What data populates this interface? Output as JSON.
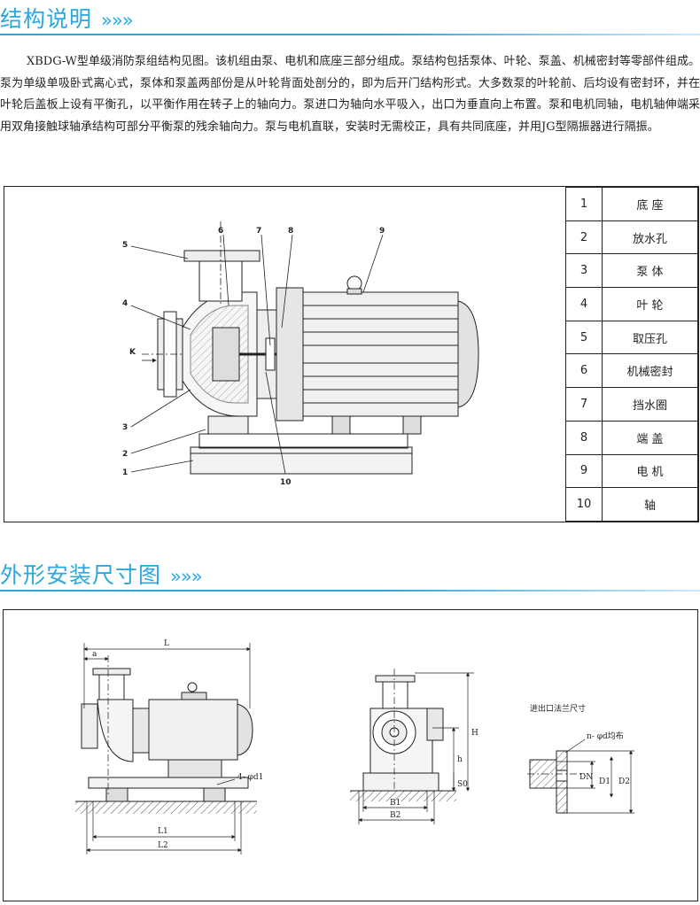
{
  "section1": {
    "title": "结构说明",
    "arrows": "»»»",
    "paragraph": "XBDG-W型单级消防泵组结构见图。该机组由泵、电机和底座三部分组成。泵结构包括泵体、叶轮、泵盖、机械密封等零部件组成。泵为单级单吸卧式离心式，泵体和泵盖两部份是从叶轮背面处剖分的，即为后开门结构形式。大多数泵的叶轮前、后均设有密封环，并在叶轮后盖板上设有平衡孔，以平衡作用在转子上的轴向力。泵进口为轴向水平吸入，出口为垂直向上布置。泵和电机同轴，电机轴伸端采用双角接触球轴承结构可部分平衡泵的残余轴向力。泵与电机直联，安装时无需校正，具有共同底座，并用JG型隔振器进行隔振。"
  },
  "parts_table": [
    {
      "no": "1",
      "name": "底 座"
    },
    {
      "no": "2",
      "name": "放水孔"
    },
    {
      "no": "3",
      "name": "泵 体"
    },
    {
      "no": "4",
      "name": "叶 轮"
    },
    {
      "no": "5",
      "name": "取压孔"
    },
    {
      "no": "6",
      "name": "机械密封"
    },
    {
      "no": "7",
      "name": "挡水圈"
    },
    {
      "no": "8",
      "name": "端 盖"
    },
    {
      "no": "9",
      "name": "电 机"
    },
    {
      "no": "10",
      "name": "轴"
    }
  ],
  "structure_drawing": {
    "callouts": [
      "1",
      "2",
      "3",
      "4",
      "5",
      "6",
      "7",
      "8",
      "9",
      "10"
    ],
    "inlet_label": "K"
  },
  "section2": {
    "title": "外形安装尺寸图",
    "arrows": "»»»"
  },
  "dimension_drawing": {
    "left": {
      "L": "L",
      "a": "a",
      "hole": "4- φd1",
      "L1": "L1",
      "L2": "L2"
    },
    "middle": {
      "H": "H",
      "h": "h",
      "S0": "S0",
      "B1": "B1",
      "B2": "B2"
    },
    "right": {
      "title": "进出口法兰尺寸",
      "holes": "n- φd均布",
      "DN": "DN",
      "D1": "D1",
      "D2": "D2"
    }
  }
}
